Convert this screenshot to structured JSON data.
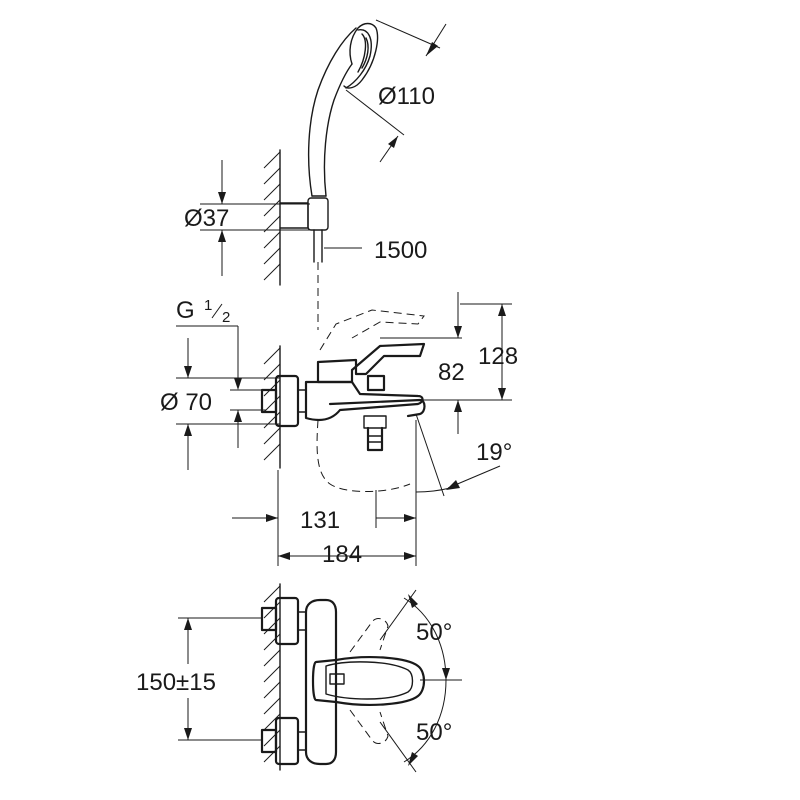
{
  "dimensions": {
    "head_diameter": "Ø110",
    "holder_diameter": "Ø37",
    "hose_length": "1500",
    "thread": "G",
    "thread_fraction_num": "1",
    "thread_fraction_den": "2",
    "flange_diameter": "Ø 70",
    "height_82": "82",
    "height_128": "128",
    "spout_angle": "19°",
    "projection_131": "131",
    "projection_184": "184",
    "centers": "150±15",
    "lever_angle_top": "50°",
    "lever_angle_bottom": "50°"
  }
}
